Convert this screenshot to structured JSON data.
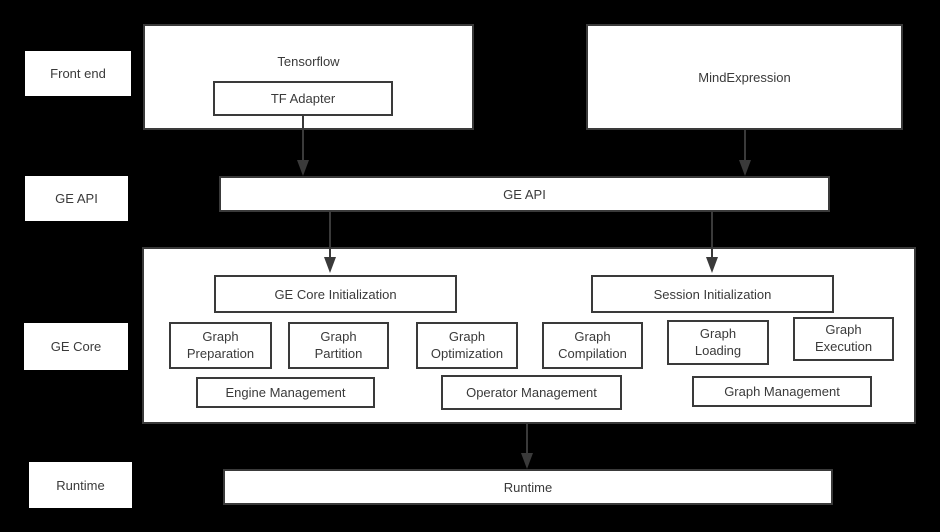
{
  "colors": {
    "bg": "#000000",
    "box_fill": "#ffffff",
    "border": "#3a3a3a",
    "text": "#3a3a3a",
    "arrow": "#3a3a3a"
  },
  "side_labels": {
    "front_end": "Front end",
    "ge_api": "GE API",
    "ge_core": "GE Core",
    "runtime": "Runtime"
  },
  "front_end": {
    "tensorflow": {
      "title": "Tensorflow",
      "tf_adapter": "TF Adapter"
    },
    "mindexpression": "MindExpression"
  },
  "ge_api": {
    "label": "GE API"
  },
  "ge_core": {
    "init_boxes": [
      {
        "label": "GE Core Initialization"
      },
      {
        "label": "Session Initialization"
      }
    ],
    "modules": [
      {
        "line1": "Graph",
        "line2": "Preparation"
      },
      {
        "line1": "Graph",
        "line2": "Partition"
      },
      {
        "line1": "Graph",
        "line2": "Optimization"
      },
      {
        "line1": "Graph",
        "line2": "Compilation"
      },
      {
        "line1": "Graph",
        "line2": "Loading"
      },
      {
        "line1": "Graph",
        "line2": "Execution"
      }
    ],
    "managers": [
      {
        "label": "Engine Management"
      },
      {
        "label": "Operator Management"
      },
      {
        "label": "Graph Management"
      }
    ]
  },
  "runtime": {
    "label": "Runtime"
  }
}
